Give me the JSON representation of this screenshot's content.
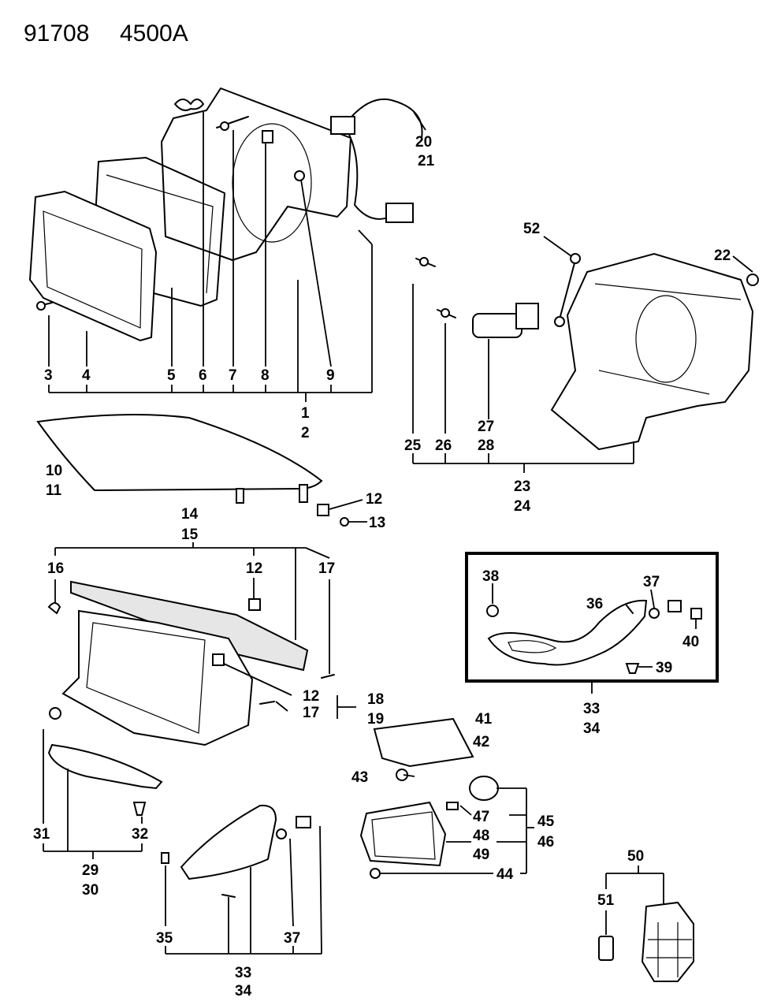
{
  "header": {
    "code_a": "91708",
    "code_b": "4500A"
  },
  "callouts": {
    "c1": "1",
    "c2": "2",
    "c3": "3",
    "c4": "4",
    "c5": "5",
    "c6": "6",
    "c7": "7",
    "c8": "8",
    "c9": "9",
    "c10": "10",
    "c11": "11",
    "c12a": "12",
    "c12b": "12",
    "c12c": "12",
    "c13": "13",
    "c14": "14",
    "c15": "15",
    "c16": "16",
    "c17a": "17",
    "c17b": "17",
    "c18": "18",
    "c19": "19",
    "c20": "20",
    "c21": "21",
    "c22": "22",
    "c23": "23",
    "c24": "24",
    "c25": "25",
    "c26": "26",
    "c27": "27",
    "c28": "28",
    "c29": "29",
    "c30": "30",
    "c31": "31",
    "c32": "32",
    "c33a": "33",
    "c34a": "34",
    "c33b": "33",
    "c34b": "34",
    "c35": "35",
    "c36": "36",
    "c37a": "37",
    "c37b": "37",
    "c38": "38",
    "c39": "39",
    "c40": "40",
    "c41": "41",
    "c42": "42",
    "c43": "43",
    "c44": "44",
    "c45": "45",
    "c46": "46",
    "c47": "47",
    "c48": "48",
    "c49": "49",
    "c50": "50",
    "c51": "51",
    "c52": "52"
  }
}
